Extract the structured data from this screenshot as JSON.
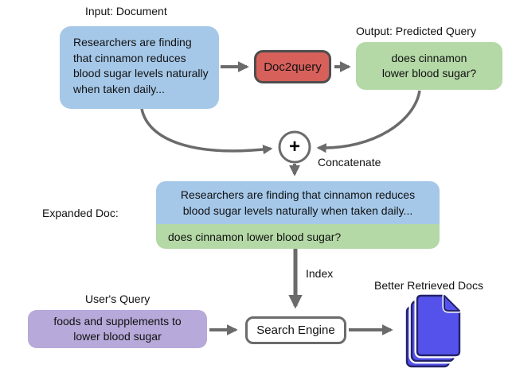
{
  "labels": {
    "input_document": "Input: Document",
    "output_predicted_query": "Output: Predicted Query",
    "concatenate": "Concatenate",
    "expanded_doc": "Expanded Doc:",
    "index": "Index",
    "users_query": "User's Query",
    "better_retrieved_docs": "Better Retrieved Docs"
  },
  "nodes": {
    "input_document_text": "Researchers are finding that cinnamon reduces blood sugar levels naturally when taken daily...",
    "doc2query_label": "Doc2query",
    "predicted_query_text": "does cinnamon lower blood sugar?",
    "concatenate_plus": "+",
    "expanded_doc_document_text": "Researchers are finding that cinnamon reduces blood sugar levels naturally when taken daily...",
    "expanded_doc_query_text": "does cinnamon lower blood sugar?",
    "users_query_text": "foods and supplements to lower blood sugar",
    "search_engine_label": "Search Engine"
  },
  "icons": {
    "plus_circle": "plus-circle-icon",
    "document_stack": "document-stack-icon"
  },
  "colors": {
    "document_blue": "#a5c8e9",
    "query_green": "#b4d8a6",
    "model_red": "#d8605b",
    "user_purple": "#b7a9d9",
    "arrow_gray": "#6b6b6b",
    "border_dark": "#4d4d4d",
    "doc_icon_fill": "#5552ec",
    "doc_icon_stroke": "#23236b",
    "text_black": "#111111",
    "background": "#ffffff"
  }
}
